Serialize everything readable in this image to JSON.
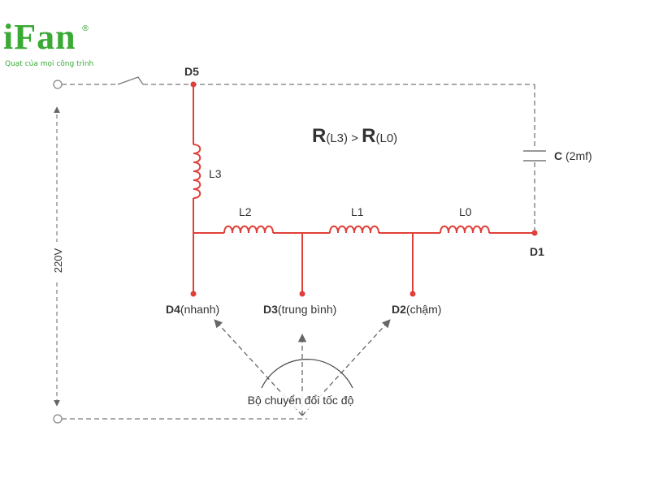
{
  "logo": {
    "name": "iFan",
    "registered": "®",
    "tagline": "Quạt của mọi công trình"
  },
  "colors": {
    "winding": "#e0403a",
    "wire": "#777777",
    "text": "#333333",
    "brand": "#3aaa35"
  },
  "terminals": {
    "d5": "D5",
    "d1": "D1",
    "d4_code": "D4",
    "d4_desc": "(nhanh)",
    "d3_code": "D3",
    "d3_desc": "(trung bình)",
    "d2_code": "D2",
    "d2_desc": "(chậm)"
  },
  "coils": {
    "l3": "L3",
    "l2": "L2",
    "l1": "L1",
    "l0": "L0"
  },
  "capacitor": {
    "code": "C",
    "value": " (2mf)"
  },
  "formula": {
    "r1": "R",
    "sub1": "(L3)",
    "op": " > ",
    "r2": "R",
    "sub2": "(L0)"
  },
  "voltage": "220V",
  "switch_label": "Bộ chuyển đổi tốc độ"
}
